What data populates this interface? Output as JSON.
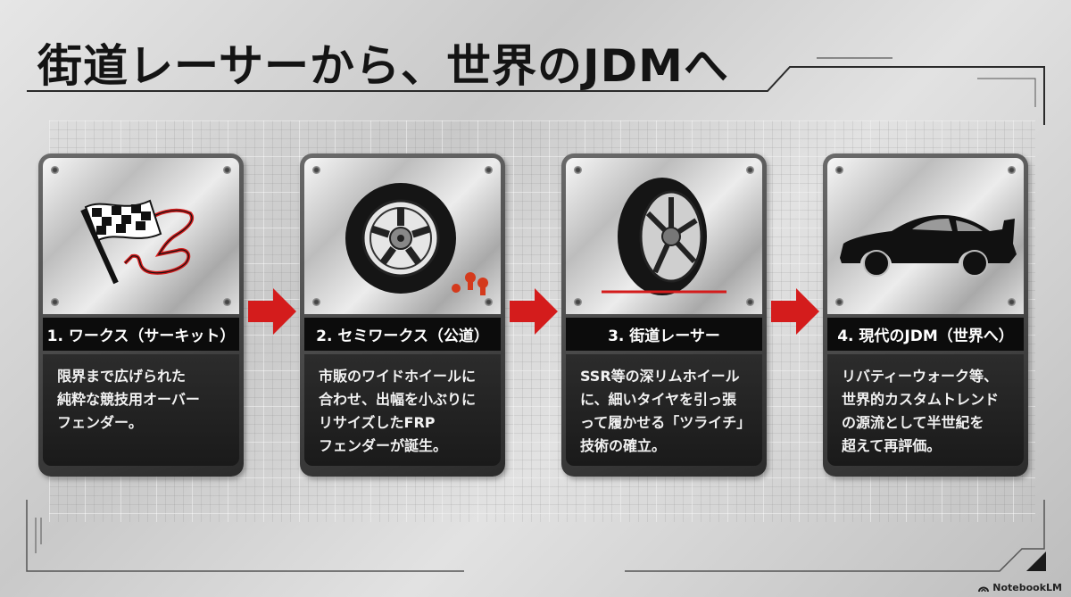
{
  "title": "街道レーサーから、世界のJDMへ",
  "steps": [
    {
      "label": "1. ワークス（サーキット）",
      "icon": "checkered-flag-circuit-icon",
      "lines": [
        "限界まで広げられた",
        "純粋な競技用オーバー",
        "フェンダー。"
      ]
    },
    {
      "label": "2. セミワークス（公道）",
      "icon": "wheel-with-bolts-icon",
      "lines": [
        "市販のワイドホイールに",
        "合わせ、出幅を小ぶりに",
        "リサイズしたFRP",
        "フェンダーが誕生。"
      ]
    },
    {
      "label": "3. 街道レーサー",
      "icon": "stretched-tire-icon",
      "lines": [
        "SSR等の深リムホイール",
        "に、細いタイヤを引っ張",
        "って履かせる「ツライチ」",
        "技術の確立。"
      ]
    },
    {
      "label": "4. 現代のJDM（世界へ）",
      "icon": "sports-car-silhouette-icon",
      "lines": [
        "リバティーウォーク等、",
        "世界的カスタムトレンド",
        "の源流として半世紀を",
        "超えて再評価。"
      ]
    }
  ],
  "branding": {
    "logo_text": "NotebookLM"
  },
  "colors": {
    "accent_red": "#d41c1c",
    "label_bg": "#0c0c0c"
  }
}
